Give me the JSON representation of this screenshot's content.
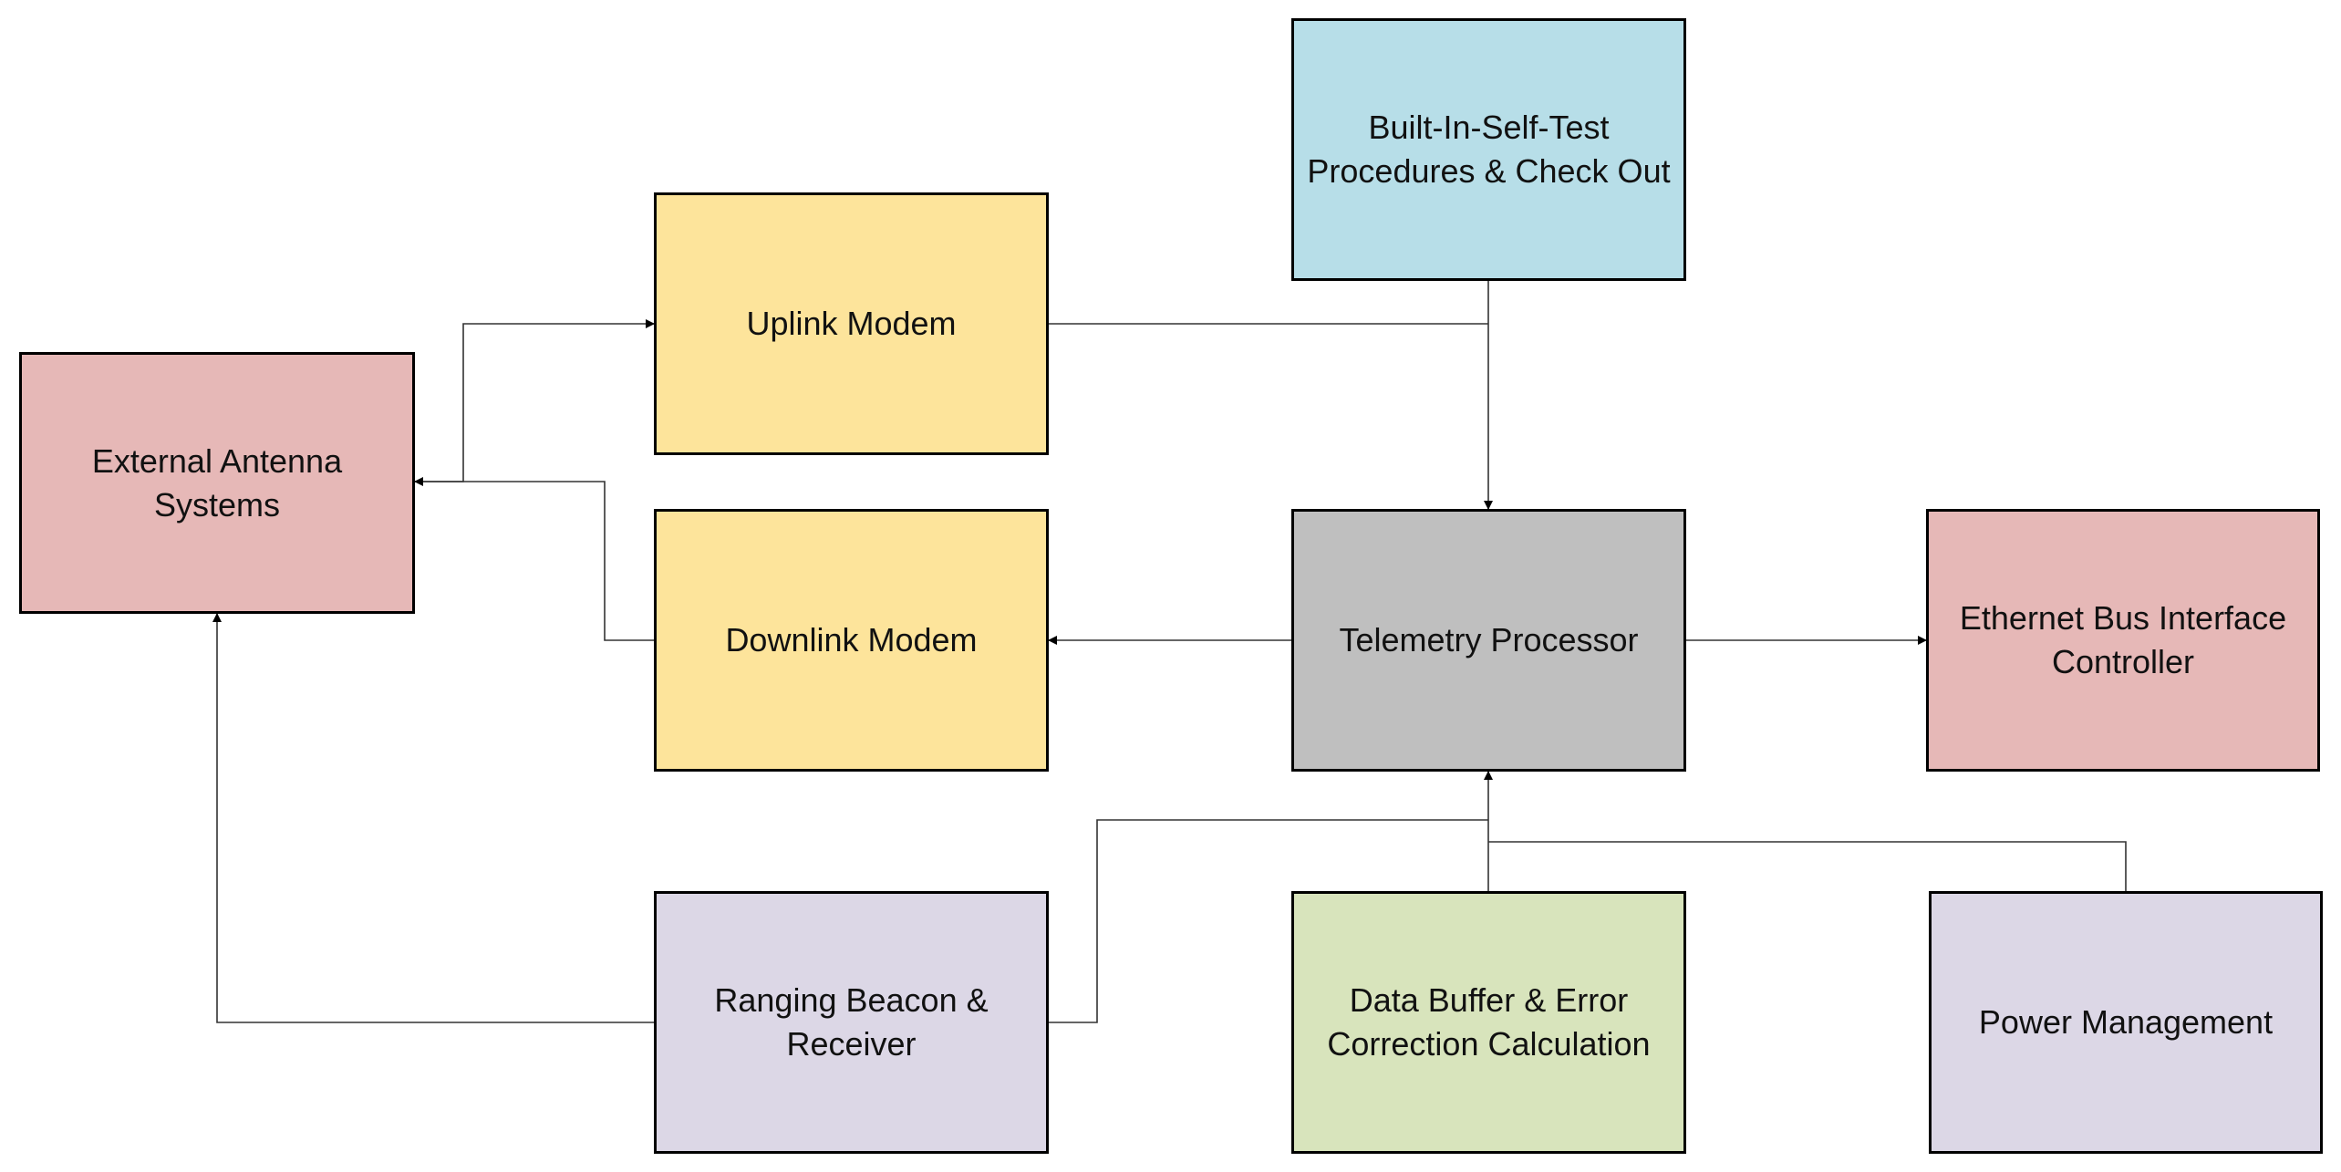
{
  "colors": {
    "red": "#e6b8b7",
    "yellow": "#fde49b",
    "blue": "#b7dee8",
    "gray": "#bfbfbf",
    "purple": "#dcd7e6",
    "green": "#d8e4bc",
    "line": "#333333"
  },
  "nodes": [
    {
      "id": "external-antenna",
      "label": "External Antenna\nSystems",
      "color": "red"
    },
    {
      "id": "uplink-modem",
      "label": "Uplink Modem",
      "color": "yellow"
    },
    {
      "id": "downlink-modem",
      "label": "Downlink Modem",
      "color": "yellow"
    },
    {
      "id": "bist",
      "label": "Built-In-Self-Test\nProcedures & Check Out",
      "color": "blue"
    },
    {
      "id": "telemetry-processor",
      "label": "Telemetry Processor",
      "color": "gray"
    },
    {
      "id": "ethernet-controller",
      "label": "Ethernet Bus Interface\nController",
      "color": "red"
    },
    {
      "id": "ranging-beacon",
      "label": "Ranging Beacon &\nReceiver",
      "color": "purple"
    },
    {
      "id": "data-buffer",
      "label": "Data Buffer & Error\nCorrection Calculation",
      "color": "green"
    },
    {
      "id": "power-management",
      "label": "Power Management",
      "color": "purple"
    }
  ],
  "edges": [
    {
      "from": "external-antenna",
      "to": "uplink-modem"
    },
    {
      "from": "downlink-modem",
      "to": "external-antenna"
    },
    {
      "from": "uplink-modem",
      "to": "telemetry-processor"
    },
    {
      "from": "bist",
      "to": "telemetry-processor"
    },
    {
      "from": "telemetry-processor",
      "to": "downlink-modem"
    },
    {
      "from": "telemetry-processor",
      "to": "ethernet-controller"
    },
    {
      "from": "ranging-beacon",
      "to": "external-antenna"
    },
    {
      "from": "ranging-beacon",
      "to": "telemetry-processor"
    },
    {
      "from": "data-buffer",
      "to": "telemetry-processor"
    },
    {
      "from": "power-management",
      "to": "telemetry-processor"
    }
  ]
}
